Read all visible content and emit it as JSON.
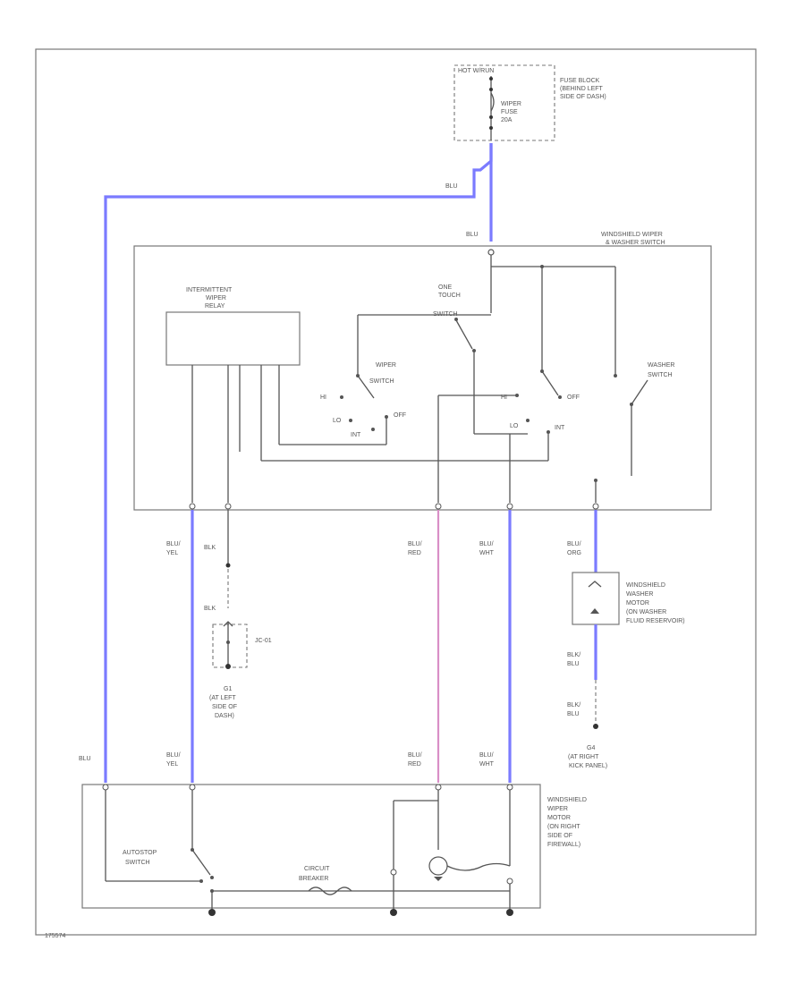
{
  "diagram": {
    "code": "175574",
    "fuse_block": {
      "hot_label": "HOT W/RUN",
      "fuse_label": [
        "WIPER",
        "FUSE",
        "20A"
      ],
      "location": [
        "FUSE BLOCK",
        "(BEHIND LEFT",
        "SIDE OF DASH)"
      ]
    },
    "wire_colors": {
      "blu_top": "BLU",
      "blu_switch": "BLU",
      "blu_left": "BLU",
      "blu_yel_1": [
        "BLU/",
        "YEL"
      ],
      "blk_1": "BLK",
      "blk_2": "BLK",
      "blu_red_1": [
        "BLU/",
        "RED"
      ],
      "blu_wht_1": [
        "BLU/",
        "WHT"
      ],
      "blu_org": [
        "BLU/",
        "ORG"
      ],
      "blk_blu_1": [
        "BLK/",
        "BLU"
      ],
      "blk_blu_2": [
        "BLK/",
        "BLU"
      ],
      "blu_yel_2": [
        "BLU/",
        "YEL"
      ],
      "blu_red_2": [
        "BLU/",
        "RED"
      ],
      "blu_wht_2": [
        "BLU/",
        "WHT"
      ]
    },
    "switch_assembly": {
      "title": [
        "WINDSHIELD WIPER",
        "& WASHER SWITCH"
      ],
      "relay": [
        "INTERMITTENT",
        "WIPER",
        "RELAY"
      ],
      "one_touch": [
        "ONE",
        "TOUCH",
        "SWITCH"
      ],
      "wiper_switch": [
        "WIPER",
        "SWITCH"
      ],
      "washer_switch": [
        "WASHER",
        "SWITCH"
      ],
      "positions_left": {
        "hi": "HI",
        "lo": "LO",
        "int": "INT",
        "off": "OFF"
      },
      "positions_right": {
        "hi": "HI",
        "lo": "LO",
        "int": "INT",
        "off": "OFF"
      }
    },
    "junction": {
      "connector": "JC-01",
      "ground": [
        "G1",
        "(AT LEFT",
        "SIDE OF",
        "DASH)"
      ]
    },
    "washer_motor": [
      "WINDSHIELD",
      "WASHER",
      "MOTOR",
      "(ON WASHER",
      "FLUID RESERVOIR)"
    ],
    "ground_right": [
      "G4",
      "(AT RIGHT",
      "KICK PANEL)"
    ],
    "wiper_motor": {
      "title": [
        "WINDSHIELD",
        "WIPER",
        "MOTOR",
        "(ON RIGHT",
        "SIDE OF",
        "FIREWALL)"
      ],
      "autostop": [
        "AUTOSTOP",
        "SWITCH"
      ],
      "breaker": [
        "CIRCUIT",
        "BREAKER"
      ]
    },
    "colors": {
      "wire_blue": "#7b7bff",
      "wire_blue_red": "#d98fc7",
      "line": "#555555"
    }
  }
}
